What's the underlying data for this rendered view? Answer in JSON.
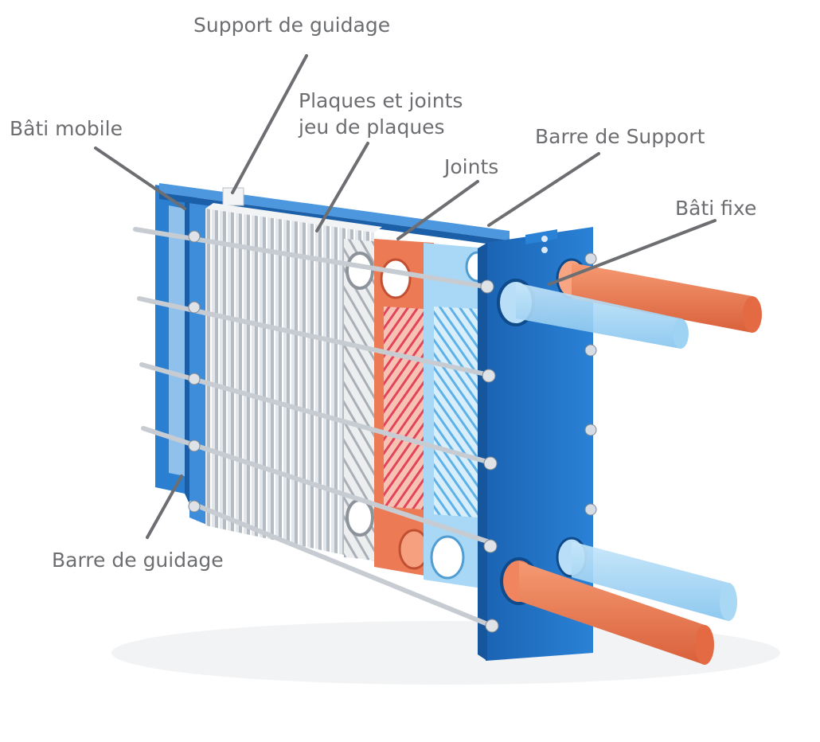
{
  "diagram": {
    "callouts": {
      "support_de_guidage": "Support de guidage",
      "plaques_line1": "Plaques et joints",
      "plaques_line2": "jeu de plaques",
      "bati_mobile": "Bâti mobile",
      "barre_de_support": "Barre de Support",
      "joints": "Joints",
      "bati_fixe": "Bâti fixe",
      "barre_de_guidage": "Barre de guidage"
    },
    "colors": {
      "frame_blue": "#1f73c8",
      "frame_blue_light": "#4a95dd",
      "hot_fluid": "#f07a52",
      "cold_fluid": "#9fd3f3",
      "plate_gray": "#d9dde2",
      "label_gray": "#6d6e71"
    }
  }
}
